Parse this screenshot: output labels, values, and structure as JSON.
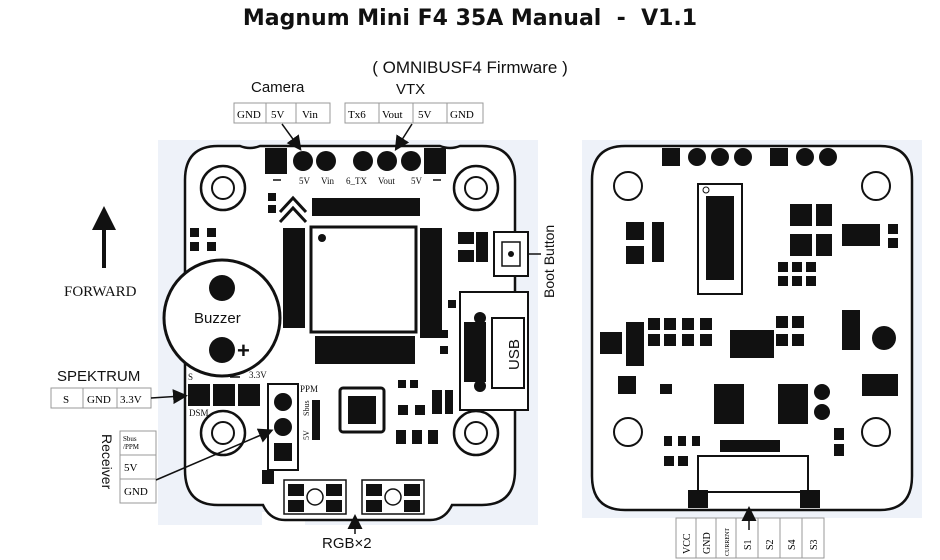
{
  "title": "Magnum Mini F4 35A Manual  -  V1.1",
  "subtitle": "( OMNIBUSF4 Firmware )",
  "camera": {
    "label": "Camera",
    "pins": [
      "GND",
      "5V",
      "Vin"
    ],
    "silk": [
      "5V",
      "Vin"
    ]
  },
  "vtx": {
    "label": "VTX",
    "pins": [
      "Tx6",
      "Vout",
      "5V",
      "GND"
    ],
    "silk": [
      "6_TX",
      "Vout",
      "5V"
    ]
  },
  "forward_label": "FORWARD",
  "boot_button_label": "Boot Button",
  "buzzer_label": "Buzzer",
  "usb_label": "USB",
  "spektrum": {
    "label": "SPEKTRUM",
    "pins": [
      "S",
      "GND",
      "3.3V"
    ],
    "silk": [
      "S",
      "3.3V",
      "DSM"
    ]
  },
  "receiver": {
    "label": "Receiver",
    "pins": [
      "Sbus /PPM",
      "5V",
      "GND"
    ],
    "silk": [
      "PPM",
      "Sbus",
      "5V"
    ]
  },
  "rgb_label": "RGB×2",
  "esc_pins": [
    "VCC",
    "GND",
    "CURRENT",
    "S1",
    "S2",
    "S4",
    "S3"
  ],
  "colors": {
    "board": "#eef2f9",
    "ink": "#111111"
  }
}
